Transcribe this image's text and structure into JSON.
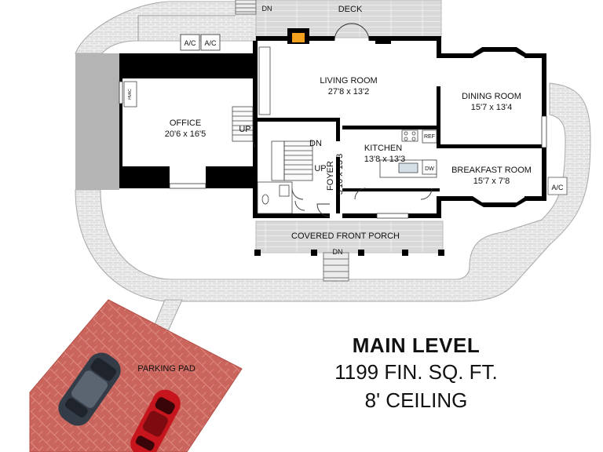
{
  "rooms": {
    "living": {
      "name": "LIVING ROOM",
      "size": "27'8 x 13'2"
    },
    "dining": {
      "name": "DINING ROOM",
      "size": "15'7 x 13'4"
    },
    "office": {
      "name": "OFFICE",
      "size": "20'6 x 16'5"
    },
    "kitchen": {
      "name": "KITCHEN",
      "size": "13'8 x 13'3"
    },
    "breakfast": {
      "name": "BREAKFAST ROOM",
      "size": "15'7 x 7'8"
    },
    "foyer": {
      "name": "FOYER",
      "size": "5'10 x 13'3"
    },
    "deck": {
      "name": "DECK"
    },
    "porch": {
      "name": "COVERED FRONT PORCH"
    },
    "parking": {
      "name": "PARKING PAD"
    }
  },
  "markers": {
    "dn_deck": "DN",
    "dn_stair": "DN",
    "dn_porch": "DN",
    "up_office": "UP",
    "up_foyer": "UP",
    "ac_1": "A/C",
    "ac_2": "A/C",
    "ac_3": "A/C",
    "ref": "REF",
    "dw": "DW",
    "hvac": "HVAC"
  },
  "summary": {
    "level": "MAIN LEVEL",
    "area": "1199 FIN. SQ. FT.",
    "ceiling": "8' CEILING"
  },
  "colors": {
    "wall": "#000000",
    "path": "#dcdcdc",
    "path_edge": "#a8a8a8",
    "deck": "#d7d7d7",
    "parking": "#c9655c",
    "car_dark": "#343c48",
    "car_red": "#c7151d"
  }
}
